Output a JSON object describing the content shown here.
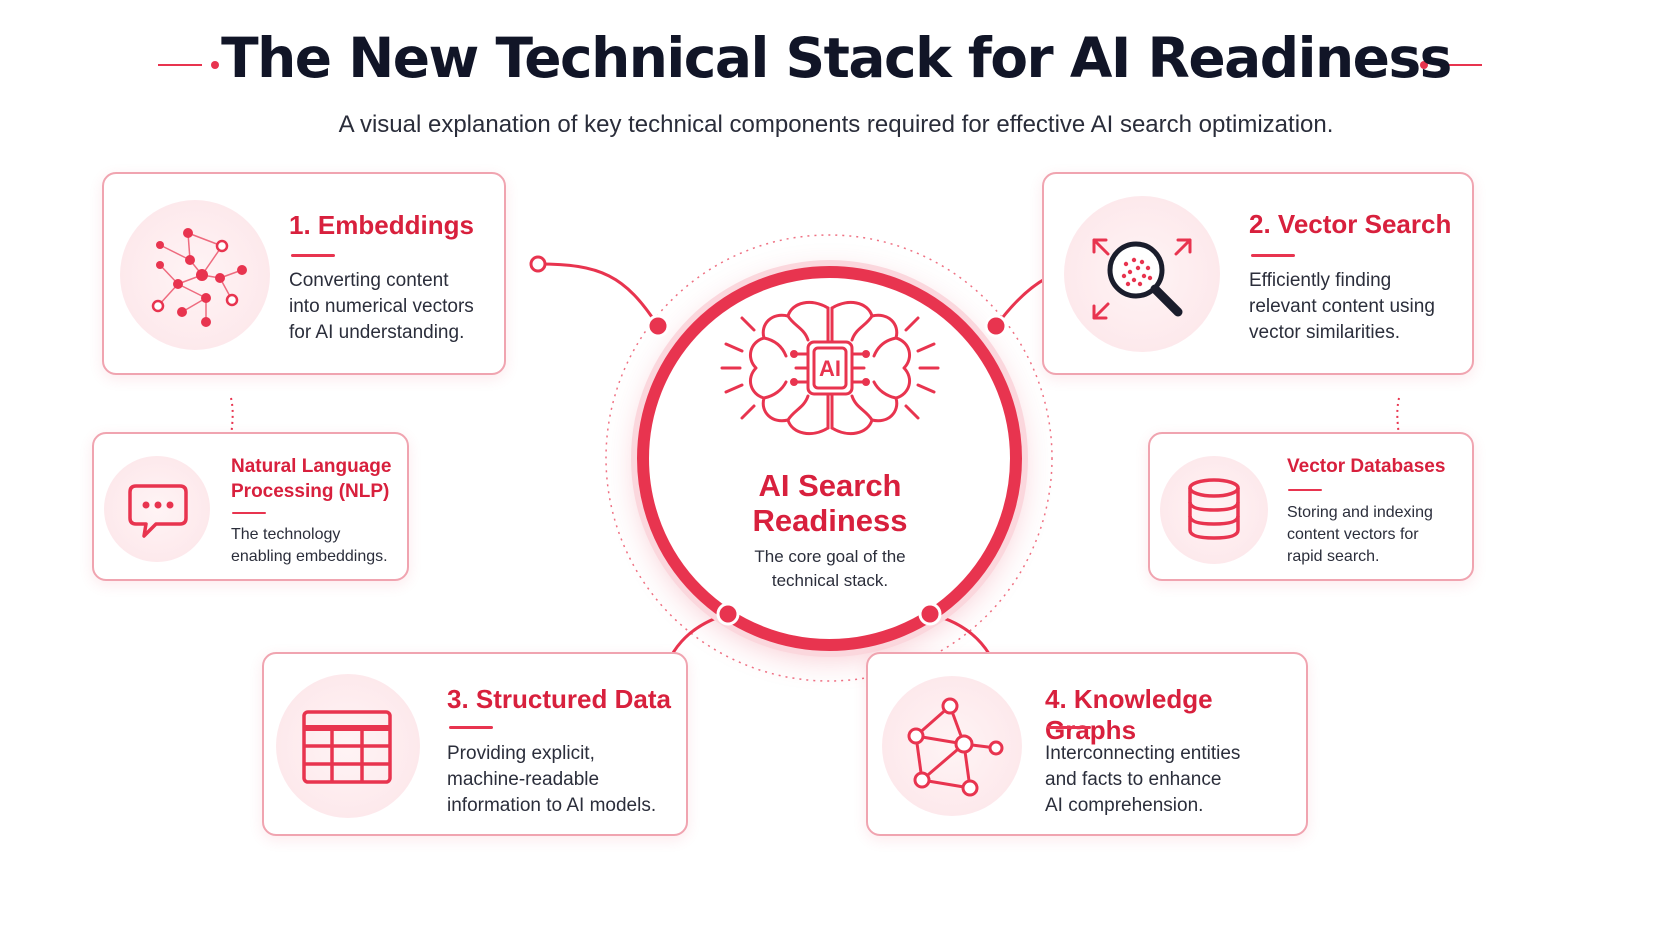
{
  "header": {
    "title": "The New Technical Stack for AI Readiness",
    "subtitle": "A visual explanation of key technical components required for effective AI search optimization."
  },
  "center": {
    "icon_label": "AI",
    "icon": "brain-chip-icon",
    "title": "AI Search\nReadiness",
    "description": "The core goal of the\ntechnical stack."
  },
  "cards": {
    "embeddings": {
      "title": "1. Embeddings",
      "description": "Converting content\ninto numerical vectors\nfor AI understanding.",
      "icon": "network-dots-icon"
    },
    "vector_search": {
      "title": "2. Vector Search",
      "description": "Efficiently finding\nrelevant content using\nvector similarities.",
      "icon": "magnifier-expand-icon"
    },
    "structured_data": {
      "title": "3. Structured Data",
      "description": "Providing explicit,\nmachine-readable\ninformation to AI models.",
      "icon": "table-grid-icon"
    },
    "knowledge_graphs": {
      "title": "4. Knowledge Graphs",
      "description": "Interconnecting entities\nand facts to enhance\nAI comprehension.",
      "icon": "graph-nodes-icon"
    },
    "nlp": {
      "title": "Natural Language\nProcessing (NLP)",
      "description": "The technology\nenabling embeddings.",
      "icon": "chat-bubble-icon"
    },
    "vector_databases": {
      "title": "Vector Databases",
      "description": "Storing and indexing\ncontent vectors for\nrapid search.",
      "icon": "database-icon"
    }
  },
  "colors": {
    "accent": "#e8344f",
    "accent_dark": "#d8203d",
    "title_text": "#111527",
    "icon_bg": "#fde9ec",
    "card_border": "#f0a4b0"
  }
}
